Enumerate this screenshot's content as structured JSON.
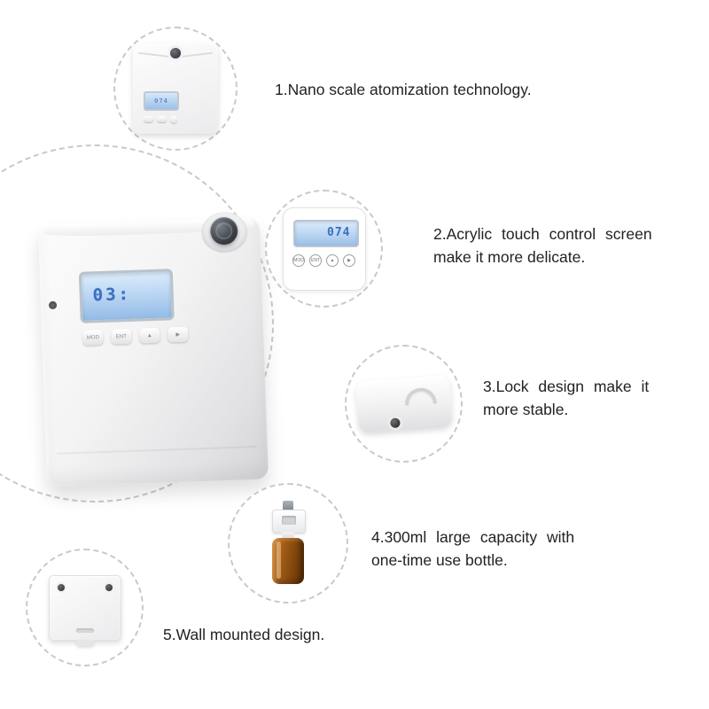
{
  "features": [
    {
      "lines": [
        "1.Nano scale atomization technology."
      ]
    },
    {
      "lines": [
        "2.Acrylic touch control screen",
        "make it more delicate."
      ]
    },
    {
      "lines": [
        "3.Lock design make it",
        "more stable."
      ]
    },
    {
      "lines": [
        "4.300ml large capacity with",
        "one-time use bottle."
      ]
    },
    {
      "lines": [
        "5.Wall mounted design."
      ]
    }
  ],
  "device": {
    "main_lcd": "03:",
    "panel_lcd": "074",
    "buttons": [
      "MOD",
      "ENT",
      "▲",
      "▶"
    ]
  },
  "colors": {
    "circle_dash": "#c9c9c9",
    "text": "#222222",
    "lcd_blue": "#9cc0e8",
    "lcd_digit": "#3a6fc0",
    "bottle_amber": "#7c430c"
  }
}
